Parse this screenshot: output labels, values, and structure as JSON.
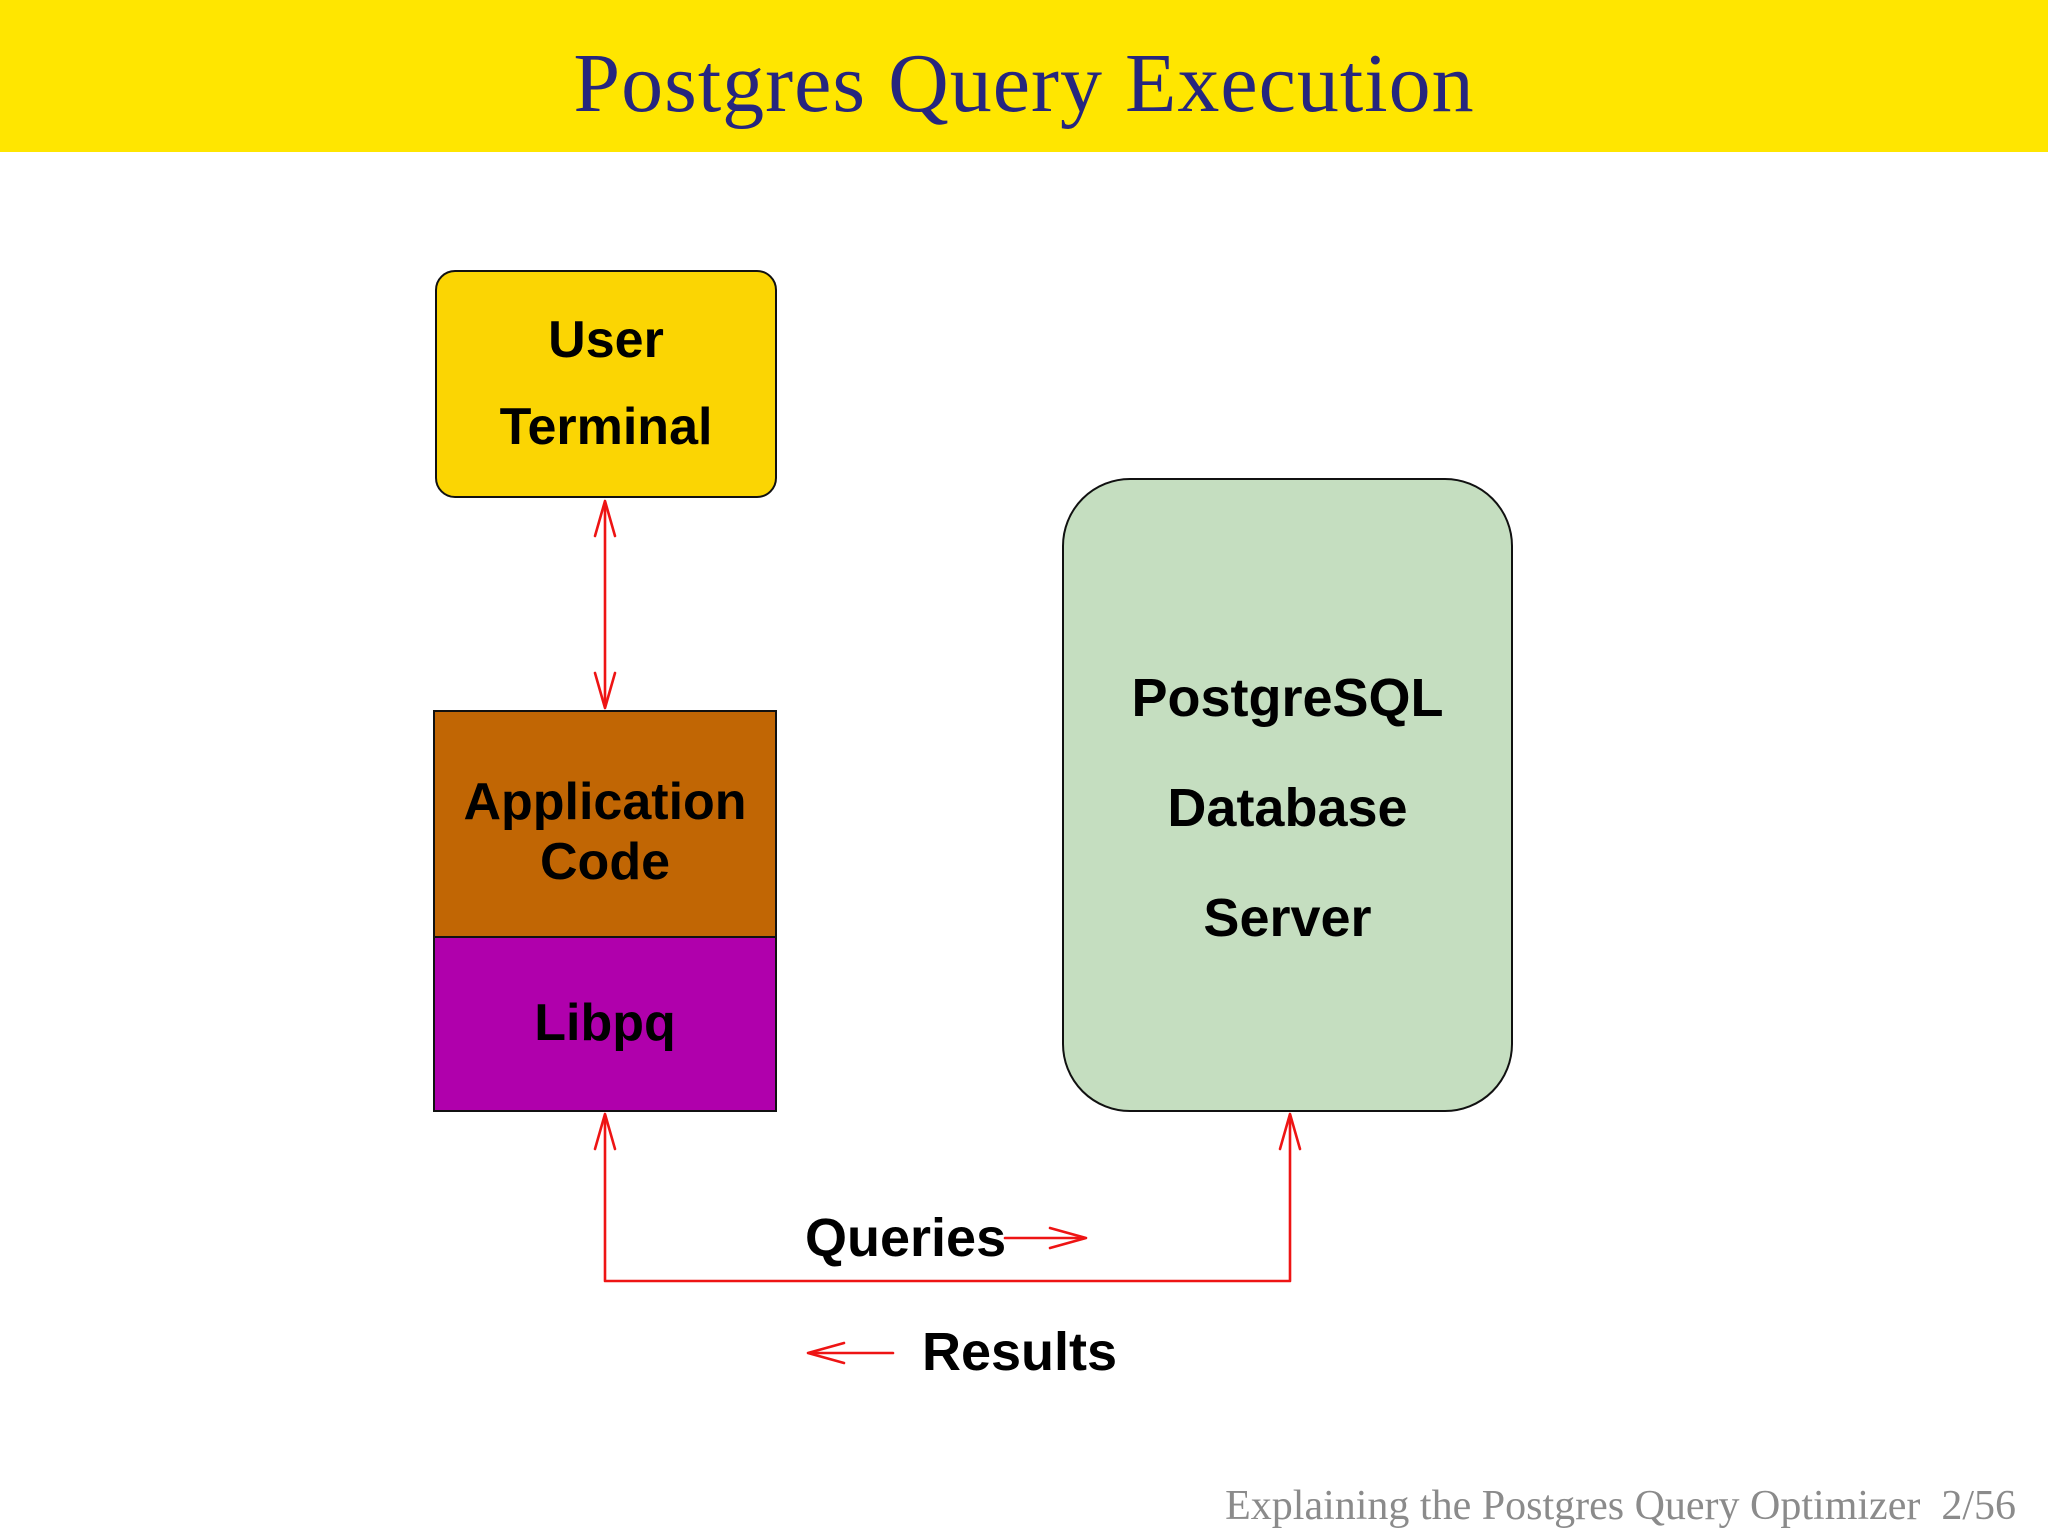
{
  "slide": {
    "title": "Postgres Query Execution",
    "footer": "Explaining the Postgres Query Optimizer  2/56"
  },
  "diagram": {
    "boxes": {
      "user_terminal": {
        "lines": [
          "User",
          "Terminal"
        ]
      },
      "application_code": {
        "lines": [
          "Application",
          "Code"
        ]
      },
      "libpq": {
        "label": "Libpq"
      },
      "postgresql_server": {
        "lines": [
          "PostgreSQL",
          "Database",
          "Server"
        ]
      }
    },
    "labels": {
      "queries": "Queries",
      "results": "Results"
    }
  },
  "colors": {
    "header_bg": "#FFE600",
    "title_text": "#26267E",
    "user_terminal_fill": "#FBD503",
    "application_code_fill": "#C16604",
    "libpq_fill": "#B000AC",
    "postgresql_fill": "#C5DEC0",
    "arrow": "#EE1414",
    "footer_text": "#8B8B8B"
  }
}
